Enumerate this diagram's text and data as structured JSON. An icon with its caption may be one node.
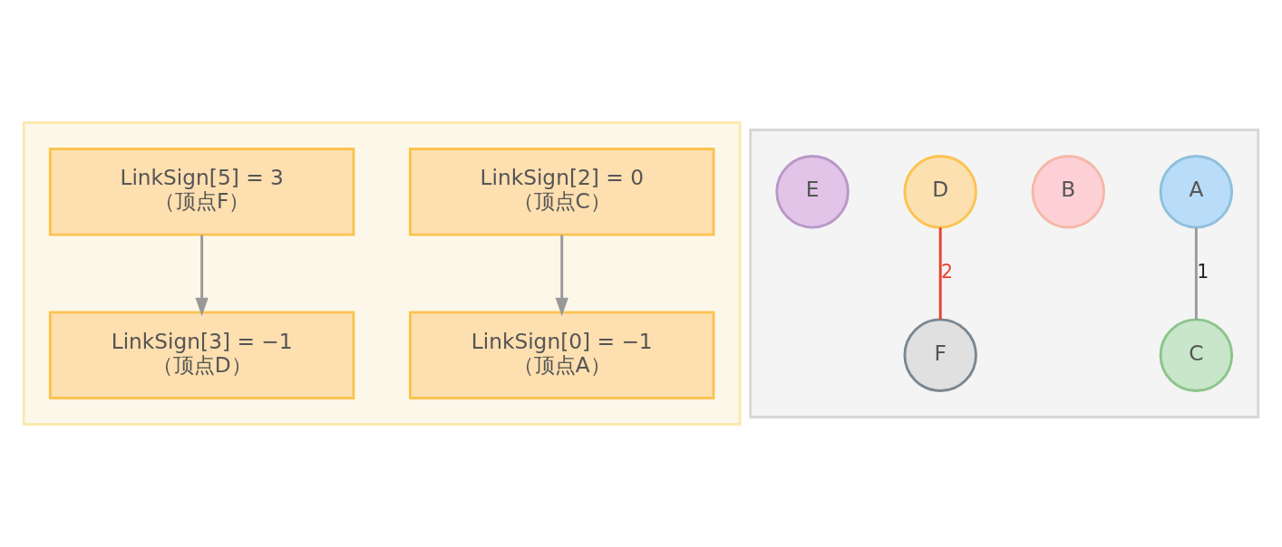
{
  "diagram": {
    "nodes": [
      {
        "text": [],
        "shape": "box"
      },
      {
        "text": [
          "LinkSign[0] = −1",
          "（顶点A）"
        ],
        "in": 0
      },
      {
        "text": [
          "LinkSign[2] = 0",
          "（顶点C）"
        ],
        "in": 0
      },
      {
        "text": [
          "LinkSign[3] = −1",
          "（顶点D）"
        ],
        "in": 0
      },
      {
        "text": [
          "LinkSign[5] = 3",
          "（顶点F）"
        ],
        "in": 0
      },
      {
        "text": [],
        "shape": "box"
      },
      {
        "text": [
          "A"
        ],
        "in": 5
      },
      {
        "text": [
          "B"
        ],
        "in": 5
      },
      {
        "text": [
          "C"
        ],
        "in": 5
      },
      {
        "text": [
          "D"
        ],
        "in": 5
      },
      {
        "text": [
          "E"
        ],
        "in": 5
      },
      {
        "text": [
          "F"
        ],
        "in": 5
      }
    ],
    "edges": [
      {
        "from": 2,
        "to": 1,
        "arrow": "to"
      },
      {
        "from": 4,
        "to": 3,
        "arrow": "to"
      },
      {
        "from": 6,
        "to": 8,
        "arrow": "none",
        "label": "1"
      },
      {
        "from": 9,
        "to": 11,
        "arrow": "none",
        "label": "2",
        "color": "#e8412f"
      }
    ]
  }
}
